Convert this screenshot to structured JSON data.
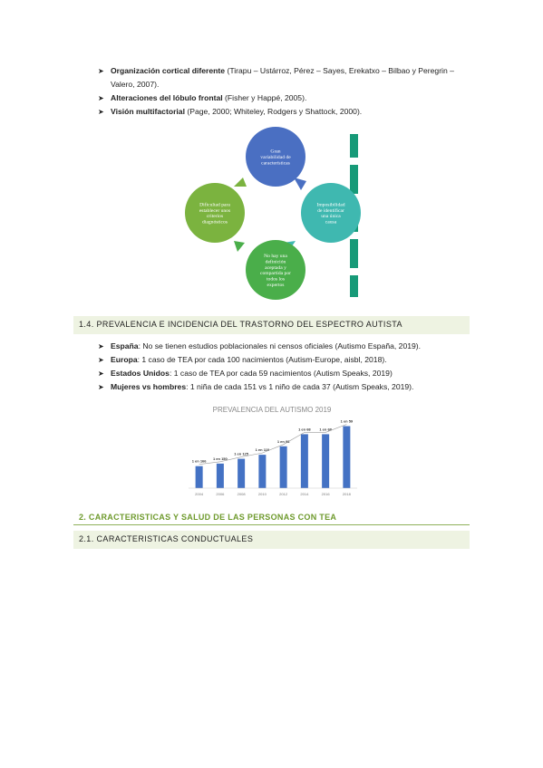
{
  "list1": [
    {
      "bold": "Organización cortical diferente",
      "rest": " (Tirapu – Ustárroz, Pérez – Sayes, Erekatxo – Bilbao y Peregrin – Valero, 2007)."
    },
    {
      "bold": "Alteraciones del lóbulo frontal",
      "rest": " (Fisher y Happé, 2005)."
    },
    {
      "bold": "Visión multifactorial",
      "rest": " (Page, 2000; Whiteley, Rodgers y Shattock, 2000)."
    }
  ],
  "cycle": {
    "nodes": [
      {
        "label": [
          "Gran",
          "variabilidad de",
          "características"
        ],
        "color": "#4a6fc2"
      },
      {
        "label": [
          "Imposibilidad",
          "de identificar",
          "una única",
          "causa"
        ],
        "color": "#3fb8b0"
      },
      {
        "label": [
          "No hay una",
          "definición",
          "aceptada y",
          "compartida por",
          "todos los",
          "expertos"
        ],
        "color": "#4aae4a"
      },
      {
        "label": [
          "Dificultad para",
          "establecer unos",
          "criterios",
          "diagnósticos"
        ],
        "color": "#7bb33f"
      }
    ],
    "arrow_colors": [
      "#4a6fc2",
      "#3fb8b0",
      "#4aae4a",
      "#7bb33f"
    ]
  },
  "section_1_4": "1.4. PREVALENCIA E INCIDENCIA DEL TRASTORNO DEL ESPECTRO AUTISTA",
  "list2": [
    {
      "bold": "España",
      "rest": ": No se tienen estudios poblacionales ni censos oficiales (Autismo España, 2019)."
    },
    {
      "bold": "Europa",
      "rest": ": 1 caso de TEA por cada 100 nacimientos (Autism-Europe, aisbl, 2018)."
    },
    {
      "bold": "Estados Unidos",
      "rest": ": 1 caso de TEA por cada 59 nacimientos (Autism Speaks, 2019)"
    },
    {
      "bold": "Mujeres vs hombres",
      "rest": ": 1 niña de cada 151 vs 1 niño de cada 37 (Autism Speaks, 2019)."
    }
  ],
  "chart_data": {
    "type": "bar",
    "title": "PREVALENCIA DEL AUTISMO 2019",
    "categories": [
      "2004",
      "2006",
      "2008",
      "2010",
      "2012",
      "2014",
      "2016",
      "2018"
    ],
    "values": [
      0.6,
      0.67,
      0.8,
      0.91,
      1.14,
      1.47,
      1.47,
      1.69
    ],
    "data_labels": [
      "1 en 166",
      "1 en 150",
      "1 en 125",
      "1 en 110",
      "1 en 88",
      "1 en 68",
      "1 en 68",
      "1 en 59"
    ],
    "color": "#4472c4",
    "grid": false,
    "trendline": true
  },
  "section_2": "2. CARACTERISTICAS Y SALUD DE LAS PERSONAS CON TEA",
  "section_2_1": "2.1. CARACTERISTICAS CONDUCTUALES"
}
